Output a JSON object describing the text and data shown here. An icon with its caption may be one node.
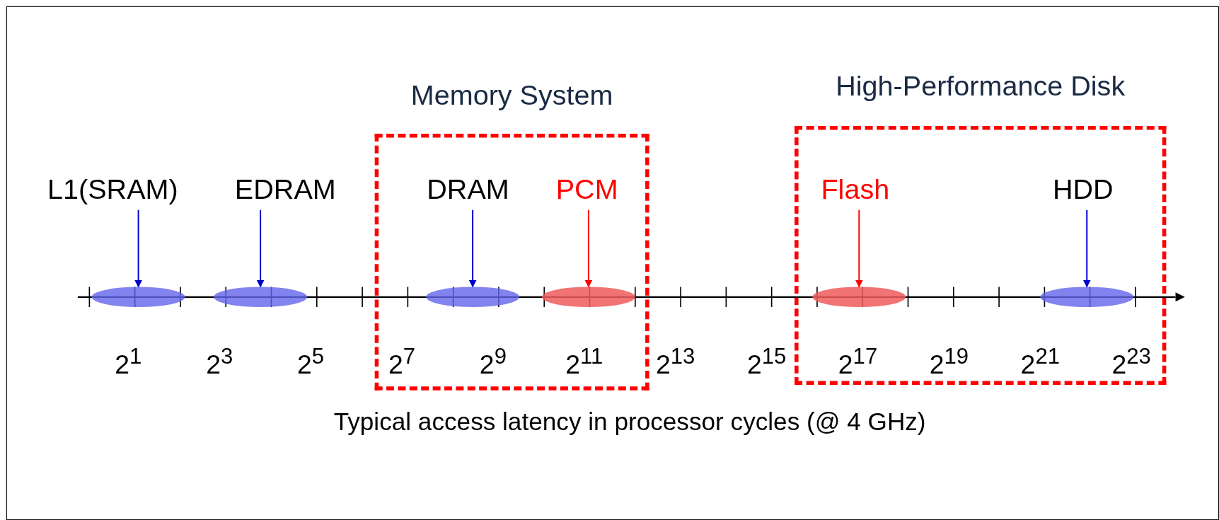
{
  "diagram": {
    "nodes": [
      {
        "text": [
          "Memory System"
        ]
      },
      {
        "text": [
          "High-Performance Disk"
        ]
      },
      {
        "text": [
          "L1(SRAM)"
        ]
      },
      {
        "text": [],
        "shape": "ellipse"
      },
      {
        "text": [
          "EDRAM"
        ]
      },
      {
        "text": [],
        "shape": "ellipse"
      },
      {
        "text": [
          "DRAM"
        ],
        "in": 0
      },
      {
        "text": [],
        "shape": "ellipse",
        "in": 0
      },
      {
        "text": [
          "PCM"
        ],
        "in": 0
      },
      {
        "text": [],
        "shape": "ellipse",
        "in": 0
      },
      {
        "text": [
          "Flash"
        ],
        "in": 1
      },
      {
        "text": [],
        "shape": "ellipse",
        "in": 1
      },
      {
        "text": [
          "HDD"
        ],
        "in": 1
      },
      {
        "text": [],
        "shape": "ellipse",
        "in": 1
      }
    ],
    "edges": [
      {
        "from": 2,
        "to": 3,
        "arrow": "to"
      },
      {
        "from": 4,
        "to": 5,
        "arrow": "to"
      },
      {
        "from": 6,
        "to": 7,
        "arrow": "to"
      },
      {
        "from": 8,
        "to": 9,
        "arrow": "to",
        "color": "#ff0000"
      },
      {
        "from": 10,
        "to": 11,
        "arrow": "to",
        "color": "#ff0000"
      },
      {
        "from": 12,
        "to": 13,
        "arrow": "to"
      }
    ],
    "labels": [
      "2$^{1}$",
      "2$^{3}$",
      "2$^{5}$",
      "2$^{7}$",
      "2$^{9}$",
      "2$^{11}$",
      "2$^{13}$",
      "2$^{15}$",
      "2$^{17}$",
      "2$^{19}$",
      "2$^{21}$",
      "2$^{23}$",
      "Typical access latency in processor cycles (@ 4 GHz)"
    ]
  }
}
